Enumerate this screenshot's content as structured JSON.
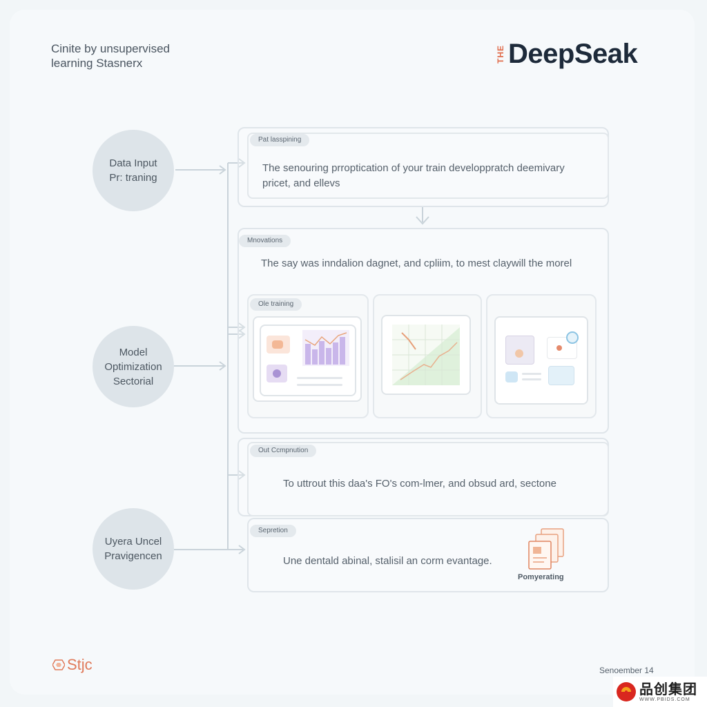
{
  "header": {
    "subtitle_line1": "Cinite by unsupervised",
    "subtitle_line2": "learning Stasnerx",
    "logo_prefix": "THE",
    "logo_word": "DeepSeak"
  },
  "stages": [
    {
      "line1": "Data Input",
      "line2": "Pr: traning",
      "line3": ""
    },
    {
      "line1": "Model",
      "line2": "Optimization",
      "line3": "Sectorial"
    },
    {
      "line1": "Uyera Uncel",
      "line2": "Pravigencen",
      "line3": ""
    }
  ],
  "panels": {
    "pretraining": {
      "tag": "Pat lasspining",
      "line1": "The senouring prroptication of your train developpratch deemivary",
      "line2": "pricet, and ellevs"
    },
    "innovations": {
      "tag": "Mnovations",
      "text": "The say was inndalion dagnet, and cpliim, to mest claywill the morel",
      "sub_tag": "Ole training"
    },
    "computation": {
      "tag": "Out Ccmpnution",
      "text": "To uttrout this daa's FO's com-lmer, and obsud ard, sectone"
    },
    "separation": {
      "tag": "Sepretion",
      "text": "Une dentald abinal, stalisil an corm evantage.",
      "component_label": "Pomyerating"
    }
  },
  "footer": {
    "brand": "Stjc",
    "date": "Senoember 14"
  },
  "watermark": {
    "main": "品创集团",
    "sub": "WWW.PBIDS.COM"
  },
  "colors": {
    "accent": "#e06b4a",
    "logo_text": "#1d2a3a",
    "stage_fill": "#dde4e9",
    "panel_border": "#dfe5ea",
    "connector": "#c9d3da"
  }
}
